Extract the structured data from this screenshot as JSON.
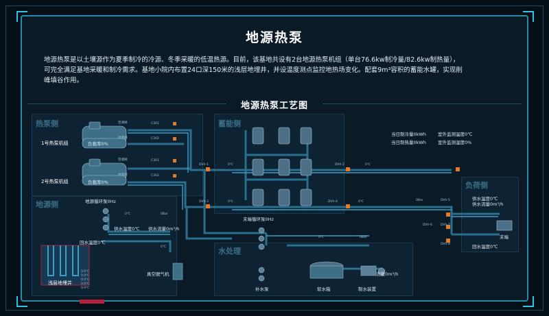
{
  "page": {
    "title": "地源热泵",
    "intro_line1": "地源热泵是以土壤源作为夏季制冷的冷源、冬季采暖的低温热源。目前，该基地共设有2台地源热泵机组（单台76.6kw制冷量/82.6kw制热量），",
    "intro_line2": "可完全满足基地采暖和制冷需求。基地小院内布置24口深150米的浅层地埋井，并设温度测点监控地热场变化。配套9m³容积的蓄能水罐，实现削",
    "intro_line3": "峰填谷作用。",
    "diagram_title": "地源热泵工艺图"
  },
  "zones": {
    "heat_pump": "热泵侧",
    "ground": "地源侧",
    "storage": "蓄能侧",
    "load": "负荷侧",
    "water": "水处理"
  },
  "heat_pump": {
    "unit1": "1号热泵机组",
    "unit2": "2号热泵机组",
    "load1": "负载率0%",
    "load2": "负载率0%",
    "air_valve": "空调阀",
    "ground_valve": "地源阀",
    "c301": "C301",
    "c302": "C302",
    "c301_b": "C301",
    "c302_b": "C302"
  },
  "ground": {
    "pump_label": "地源循环泵0Hz",
    "supply_temp": "供水温度0℃",
    "supply_flow": "供水流量0m³/h",
    "return_temp": "回水温度0℃",
    "well_label": "浅层地埋井",
    "degas": "真空脱气机",
    "temps": [
      "0.0℃",
      "0.0℃",
      "0.0℃",
      "0.0℃",
      "0.0℃"
    ],
    "temps_b": [
      "0.0℃",
      "0.0℃",
      "0.0℃",
      "0.0℃",
      "0.0℃"
    ],
    "zero_c": "0℃",
    "zero_bar": "0Bar"
  },
  "storage": {
    "stats": [
      {
        "label": "当日制冷量0kWh",
        "other": "室外监测温度0℃"
      },
      {
        "label": "当日制热量0kWh",
        "other": "室外监测湿度0%"
      }
    ],
    "dvh1": "DVh-1",
    "dvh2": "DVh-2",
    "dvh3": "DVh-3",
    "dvh4": "DVh-4",
    "zero_c": "0℃",
    "end_pump": "末端循环泵0Hz"
  },
  "load": {
    "supply_temp": "供水温度0℃",
    "supply_flow": "供水流量0m³/h",
    "return_temp": "回水温度0℃",
    "terminal": "末端",
    "dvh5": "DVh-5",
    "dvh6": "DVh-6",
    "dvh7": "DVh-7",
    "dvh8": "DVh-8",
    "bar": "0Bar"
  },
  "water": {
    "make_up_pump": "补水泵",
    "soft_tank": "软水箱",
    "softener": "制水装置",
    "flow": "流量0m³/h",
    "zero_c": "0℃",
    "bar": "0Bar"
  },
  "colors": {
    "pipe": "#2a6f8c",
    "pipe_light": "#3aa0c4",
    "tank": "#4b6f86",
    "accent": "#e07b2a"
  }
}
